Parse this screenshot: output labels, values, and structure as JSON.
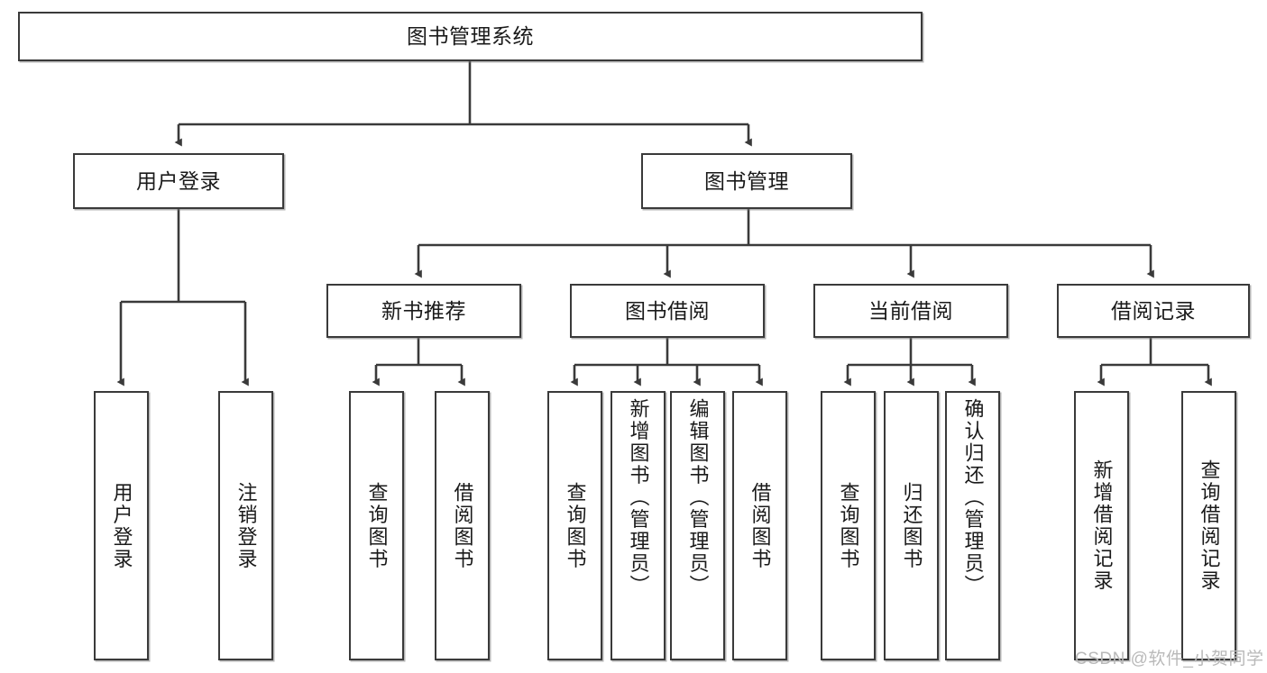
{
  "diagram": {
    "title": "图书管理系统",
    "type": "hierarchy-tree",
    "root": {
      "label": "图书管理系统"
    },
    "level2": [
      {
        "label": "用户登录"
      },
      {
        "label": "图书管理"
      }
    ],
    "level3": [
      {
        "label": "新书推荐"
      },
      {
        "label": "图书借阅"
      },
      {
        "label": "当前借阅"
      },
      {
        "label": "借阅记录"
      }
    ],
    "leaves": {
      "user_login": [
        {
          "label": "用户登录"
        },
        {
          "label": "注销登录"
        }
      ],
      "new_book_recommend": [
        {
          "label": "查询图书"
        },
        {
          "label": "借阅图书"
        }
      ],
      "book_borrow": [
        {
          "label": "查询图书"
        },
        {
          "label": "新增图书（管理员）"
        },
        {
          "label": "编辑图书（管理员）"
        },
        {
          "label": "借阅图书"
        }
      ],
      "current_borrow": [
        {
          "label": "查询图书"
        },
        {
          "label": "归还图书"
        },
        {
          "label": "确认归还（管理员）"
        }
      ],
      "borrow_record": [
        {
          "label": "新增借阅记录"
        },
        {
          "label": "查询借阅记录"
        }
      ]
    }
  },
  "watermark": {
    "text": "CSDN @软件_小贺同学"
  },
  "colors": {
    "stroke": "#3a3a3a",
    "box_fill": "#ffffff",
    "text": "#1a1a1a",
    "watermark": "#b9b9b9"
  }
}
